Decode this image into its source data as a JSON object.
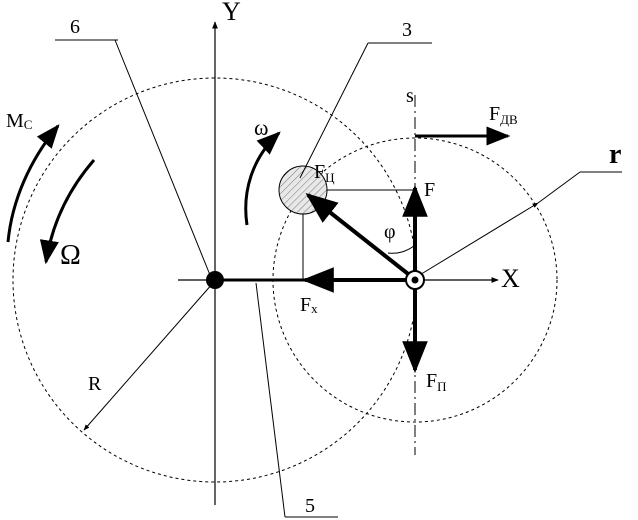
{
  "labels": {
    "axis_y": "Y",
    "axis_x": "X",
    "part_6": "6",
    "part_3": "3",
    "part_5": "5",
    "moment_c": "M",
    "moment_c_sub": "C",
    "omega_small": "ω",
    "omega_big": "Ω",
    "radius_big": "R",
    "radius_small": "r",
    "line_s": "s",
    "force_main": "F",
    "force_main_sub": "",
    "force_c": "F",
    "force_c_sub": "Ц",
    "force_x": "F",
    "force_x_sub": "x",
    "force_p": "F",
    "force_p_sub": "П",
    "force_dv": "F",
    "force_dv_sub": "ДВ",
    "angle_phi": "φ"
  }
}
